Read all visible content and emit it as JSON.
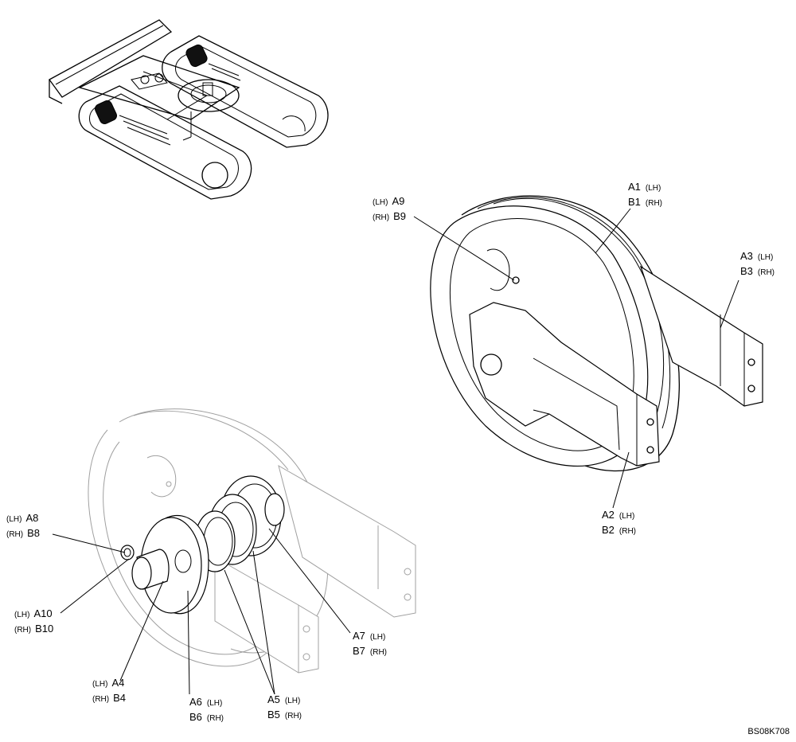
{
  "labels": {
    "a1": {
      "code": "A1",
      "side": "(LH)"
    },
    "b1": {
      "code": "B1",
      "side": "(RH)"
    },
    "a2": {
      "code": "A2",
      "side": "(LH)"
    },
    "b2": {
      "code": "B2",
      "side": "(RH)"
    },
    "a3": {
      "code": "A3",
      "side": "(LH)"
    },
    "b3": {
      "code": "B3",
      "side": "(RH)"
    },
    "a4": {
      "code": "A4",
      "side": "(LH)"
    },
    "b4": {
      "code": "B4",
      "side": "(RH)"
    },
    "a5": {
      "code": "A5",
      "side": "(LH)"
    },
    "b5": {
      "code": "B5",
      "side": "(RH)"
    },
    "a6": {
      "code": "A6",
      "side": "(LH)"
    },
    "b6": {
      "code": "B6",
      "side": "(RH)"
    },
    "a7": {
      "code": "A7",
      "side": "(LH)"
    },
    "b7": {
      "code": "B7",
      "side": "(RH)"
    },
    "a8": {
      "code": "A8",
      "side": "(LH)"
    },
    "b8": {
      "code": "B8",
      "side": "(RH)"
    },
    "a9": {
      "code": "A9",
      "side": "(LH)"
    },
    "b9": {
      "code": "B9",
      "side": "(RH)"
    },
    "a10": {
      "code": "A10",
      "side": "(LH)"
    },
    "b10": {
      "code": "B10",
      "side": "(RH)"
    }
  },
  "figure_code": "BS08K708"
}
